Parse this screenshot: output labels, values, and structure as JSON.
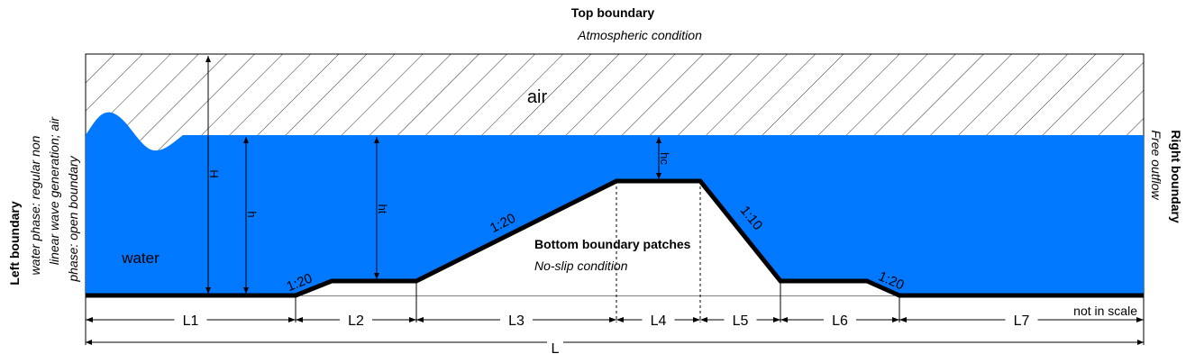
{
  "top_boundary": {
    "title": "Top boundary",
    "condition": "Atmospheric condition"
  },
  "left_boundary": {
    "title": "Left boundary",
    "line1": "water phase: regular non",
    "line2": "linear wave generation; air",
    "line3": "phase: open boundary"
  },
  "right_boundary": {
    "title": "Right boundary",
    "condition": "Free outflow"
  },
  "bottom_boundary": {
    "title": "Bottom boundary patches",
    "condition": "No-slip condition"
  },
  "regions": {
    "air": "air",
    "water": "water"
  },
  "slopes": {
    "s1": "1:20",
    "s2": "1:20",
    "s3": "1:10",
    "s4": "1:20"
  },
  "heights": {
    "H": "H",
    "h": "h",
    "ht": "ht",
    "hc": "hc"
  },
  "segments": [
    "L1",
    "L2",
    "L3",
    "L4",
    "L5",
    "L6",
    "L7"
  ],
  "total_length": "L",
  "note": "not in scale",
  "colors": {
    "water": "#0078FF",
    "bed": "#000000",
    "hatch": "#333333"
  }
}
